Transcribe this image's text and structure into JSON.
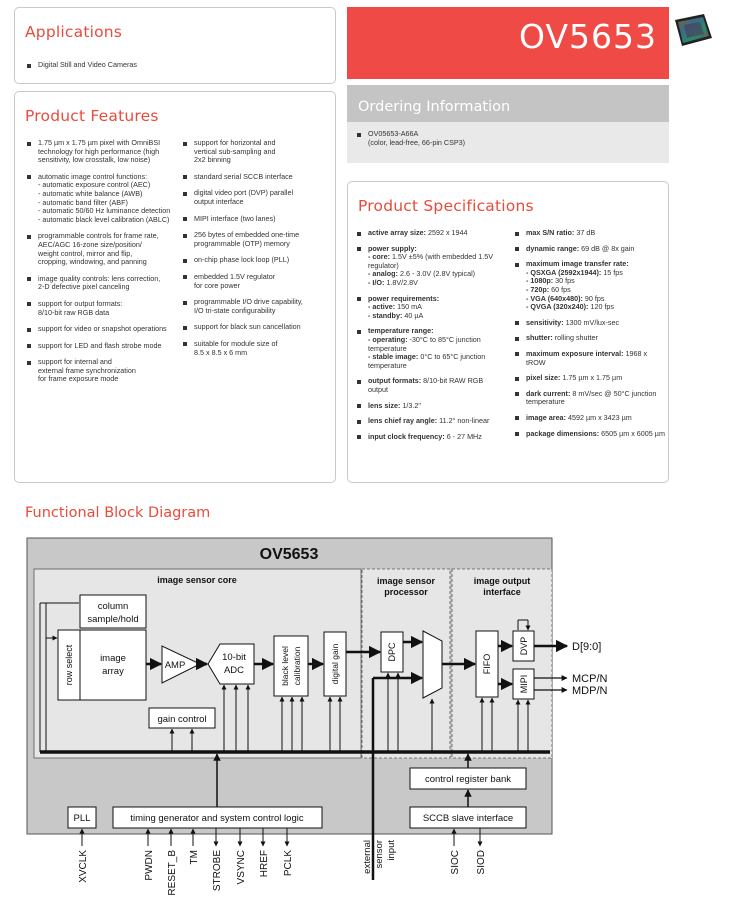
{
  "applications": {
    "title": "Applications",
    "items": [
      "Digital Still and Video Cameras"
    ]
  },
  "features": {
    "title": "Product Features",
    "col1": [
      {
        "lines": [
          "1.75 µm x 1.75 µm pixel with OmniBSI",
          "technology for high performance (high",
          "sensitivity, low crosstalk, low noise)"
        ]
      },
      {
        "lines": [
          "automatic image control functions:",
          "- automatic exposure control (AEC)",
          "- automatic white balance (AWB)",
          "- automatic band filter (ABF)",
          "- automatic 50/60 Hz luminance detection",
          "- automatic black level calibration (ABLC)"
        ]
      },
      {
        "lines": [
          "programmable controls for frame rate,",
          "AEC/AGC 16-zone size/position/",
          "weight control, mirror and flip,",
          "cropping, windowing, and panning"
        ]
      },
      {
        "lines": [
          "image quality controls: lens correction,",
          "2-D defective pixel canceling"
        ]
      },
      {
        "lines": [
          "support for output formats:",
          "8/10-bit raw RGB data"
        ]
      },
      {
        "lines": [
          "support for video or snapshot operations"
        ]
      },
      {
        "lines": [
          "support for LED and flash strobe mode"
        ]
      },
      {
        "lines": [
          "support for internal and",
          "external frame synchronization",
          "for frame exposure mode"
        ]
      }
    ],
    "col2": [
      {
        "lines": [
          "support for horizontal and",
          "vertical sub-sampling and",
          "2x2 binning"
        ]
      },
      {
        "lines": [
          "standard serial SCCB interface"
        ]
      },
      {
        "lines": [
          "digital video port (DVP) parallel",
          "output interface"
        ]
      },
      {
        "lines": [
          "MIPI interface (two lanes)"
        ]
      },
      {
        "lines": [
          "256 bytes of embedded one-time",
          "programmable (OTP) memory"
        ]
      },
      {
        "lines": [
          "on-chip phase lock loop (PLL)"
        ]
      },
      {
        "lines": [
          "embedded 1.5V regulator",
          "for core power"
        ]
      },
      {
        "lines": [
          "programmable I/O drive capability,",
          "I/O tri-state configurability"
        ]
      },
      {
        "lines": [
          "support for black sun cancellation"
        ]
      },
      {
        "lines": [
          "suitable for module size of",
          "8.5 x 8.5 x 6 mm"
        ]
      }
    ]
  },
  "banner": {
    "part_number": "OV5653",
    "accent": "#ef4a46"
  },
  "ordering": {
    "title": "Ordering Information",
    "part": "OV05653-A66A",
    "desc": "(color, lead-free, 66-pin CSP3)"
  },
  "specs": {
    "title": "Product Specifications",
    "col1": [
      {
        "label": "active array size:",
        "value": "2592 x 1944"
      },
      {
        "label": "power supply:",
        "subs": [
          {
            "label": "- core:",
            "value": "1.5V ±5% (with embedded 1.5V regulator)"
          },
          {
            "label": "- analog:",
            "value": "2.6 - 3.0V (2.8V typical)"
          },
          {
            "label": "- I/O:",
            "value": "1.8V/2.8V"
          }
        ]
      },
      {
        "label": "power requirements:",
        "subs": [
          {
            "label": "- active:",
            "value": "150 mA"
          },
          {
            "label": "- standby:",
            "value": "40 µA"
          }
        ]
      },
      {
        "label": "temperature range:",
        "subs": [
          {
            "label": "- operating:",
            "value": "-30°C to 85°C junction temperature"
          },
          {
            "label": "- stable image:",
            "value": "0°C to 65°C junction temperature"
          }
        ]
      },
      {
        "label": "output formats:",
        "value": "8/10-bit RAW RGB output"
      },
      {
        "label": "lens size:",
        "value": "1/3.2\""
      },
      {
        "label": "lens chief ray angle:",
        "value": "11.2° non-linear"
      },
      {
        "label": "input clock frequency:",
        "value": "6 - 27 MHz"
      }
    ],
    "col2": [
      {
        "label": "max S/N ratio:",
        "value": "37 dB"
      },
      {
        "label": "dynamic range:",
        "value": "69 dB @ 8x gain"
      },
      {
        "label": "maximum image transfer rate:",
        "subs": [
          {
            "label": "- QSXGA (2592x1944):",
            "value": "15 fps"
          },
          {
            "label": "- 1080p:",
            "value": "30 fps"
          },
          {
            "label": "- 720p:",
            "value": "60 fps"
          },
          {
            "label": "- VGA (640x480):",
            "value": "90 fps"
          },
          {
            "label": "- QVGA (320x240):",
            "value": "120 fps"
          }
        ]
      },
      {
        "label": "sensitivity:",
        "value": "1300 mV/lux-sec"
      },
      {
        "label": "shutter:",
        "value": "rolling shutter"
      },
      {
        "label": "maximum exposure interval:",
        "value": "1968 x tROW"
      },
      {
        "label": "pixel size:",
        "value": "1.75 µm x 1.75 µm"
      },
      {
        "label": "dark current:",
        "value": "8 mV/sec @ 50°C junction temperature"
      },
      {
        "label": "image area:",
        "value": "4592 µm x 3423 µm"
      },
      {
        "label": "package dimensions:",
        "value": "6505 µm x 6005 µm"
      }
    ]
  },
  "diagram": {
    "section_title": "Functional Block Diagram",
    "chip_title": "OV5653",
    "core_label": "image sensor core",
    "isp_label": [
      "image sensor",
      "processor"
    ],
    "iface_label": [
      "image output",
      "interface"
    ],
    "blocks": {
      "column": [
        "column",
        "sample/hold"
      ],
      "row_select": "row select",
      "image_array": [
        "image",
        "array"
      ],
      "amp": "AMP",
      "adc": [
        "10-bit",
        "ADC"
      ],
      "blc": [
        "black level",
        "calibration"
      ],
      "digital_gain": "digital gain",
      "gain_control": "gain control",
      "dpc": "DPC",
      "fifo": "FIFO",
      "dvp": "DVP",
      "mipi": "MIPI",
      "ctrl_reg": "control register bank",
      "sccb": "SCCB slave interface",
      "pll": "PLL",
      "timing": "timing generator and system control logic"
    },
    "outputs": [
      "D[9:0]",
      "MCP/N",
      "MDP/N"
    ],
    "pins": [
      "XVCLK",
      "PWDN",
      "RESET_B",
      "TM",
      "STROBE",
      "VSYNC",
      "HREF",
      "PCLK",
      "SIOC",
      "SIOD"
    ],
    "external_input": [
      "external",
      "sensor",
      "input"
    ]
  }
}
